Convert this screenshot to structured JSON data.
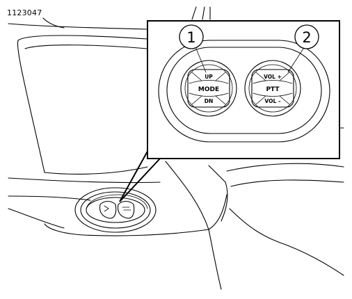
{
  "figure_code": "1123047",
  "callouts": [
    {
      "number": "1"
    },
    {
      "number": "2"
    }
  ],
  "left_switch": {
    "top_label": "UP",
    "center_label": "MODE",
    "bottom_label": "DN"
  },
  "right_switch": {
    "top_label": "VOL +",
    "center_label": "PTT",
    "bottom_label": "VOL –"
  }
}
